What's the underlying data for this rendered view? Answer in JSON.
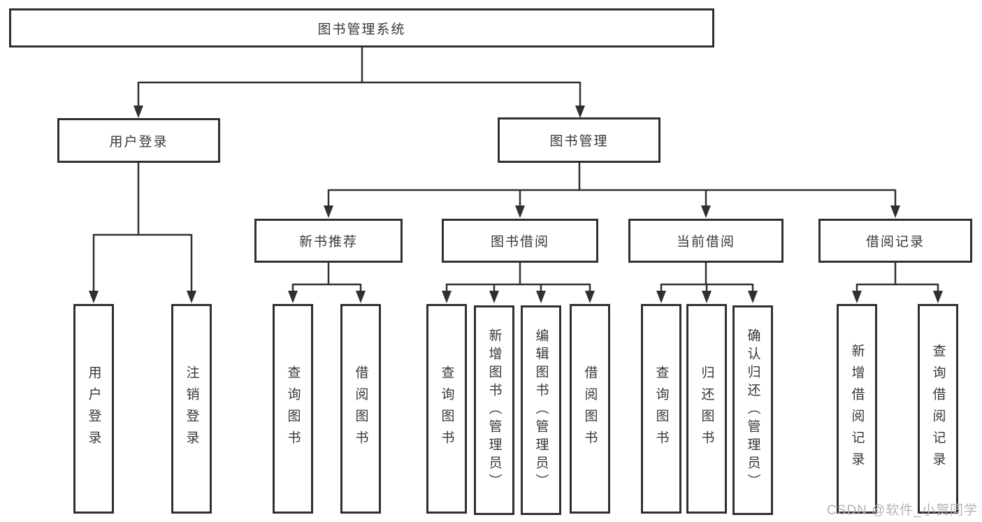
{
  "diagram": {
    "type": "hierarchy-diagram",
    "tree": {
      "root": {
        "label": "图书管理系统"
      },
      "children": [
        {
          "label": "用户登录",
          "children": [
            {
              "label": "用户登录"
            },
            {
              "label": "注销登录"
            }
          ]
        },
        {
          "label": "图书管理",
          "children": [
            {
              "label": "新书推荐",
              "children": [
                {
                  "label": "查询图书"
                },
                {
                  "label": "借阅图书"
                }
              ]
            },
            {
              "label": "图书借阅",
              "children": [
                {
                  "label": "查询图书"
                },
                {
                  "label": "新增图书（管理员）"
                },
                {
                  "label": "编辑图书（管理员）"
                },
                {
                  "label": "借阅图书"
                }
              ]
            },
            {
              "label": "当前借阅",
              "children": [
                {
                  "label": "查询图书"
                },
                {
                  "label": "归还图书"
                },
                {
                  "label": "确认归还（管理员）"
                }
              ]
            },
            {
              "label": "借阅记录",
              "children": [
                {
                  "label": "新增借阅记录"
                },
                {
                  "label": "查询借阅记录"
                }
              ]
            }
          ]
        }
      ]
    },
    "colors": {
      "line": "#303030",
      "text": "#383838",
      "background": "#ffffff",
      "watermark": "#b3b3b3"
    },
    "watermark": {
      "label": "CSDN @软件_小贺同学"
    }
  }
}
